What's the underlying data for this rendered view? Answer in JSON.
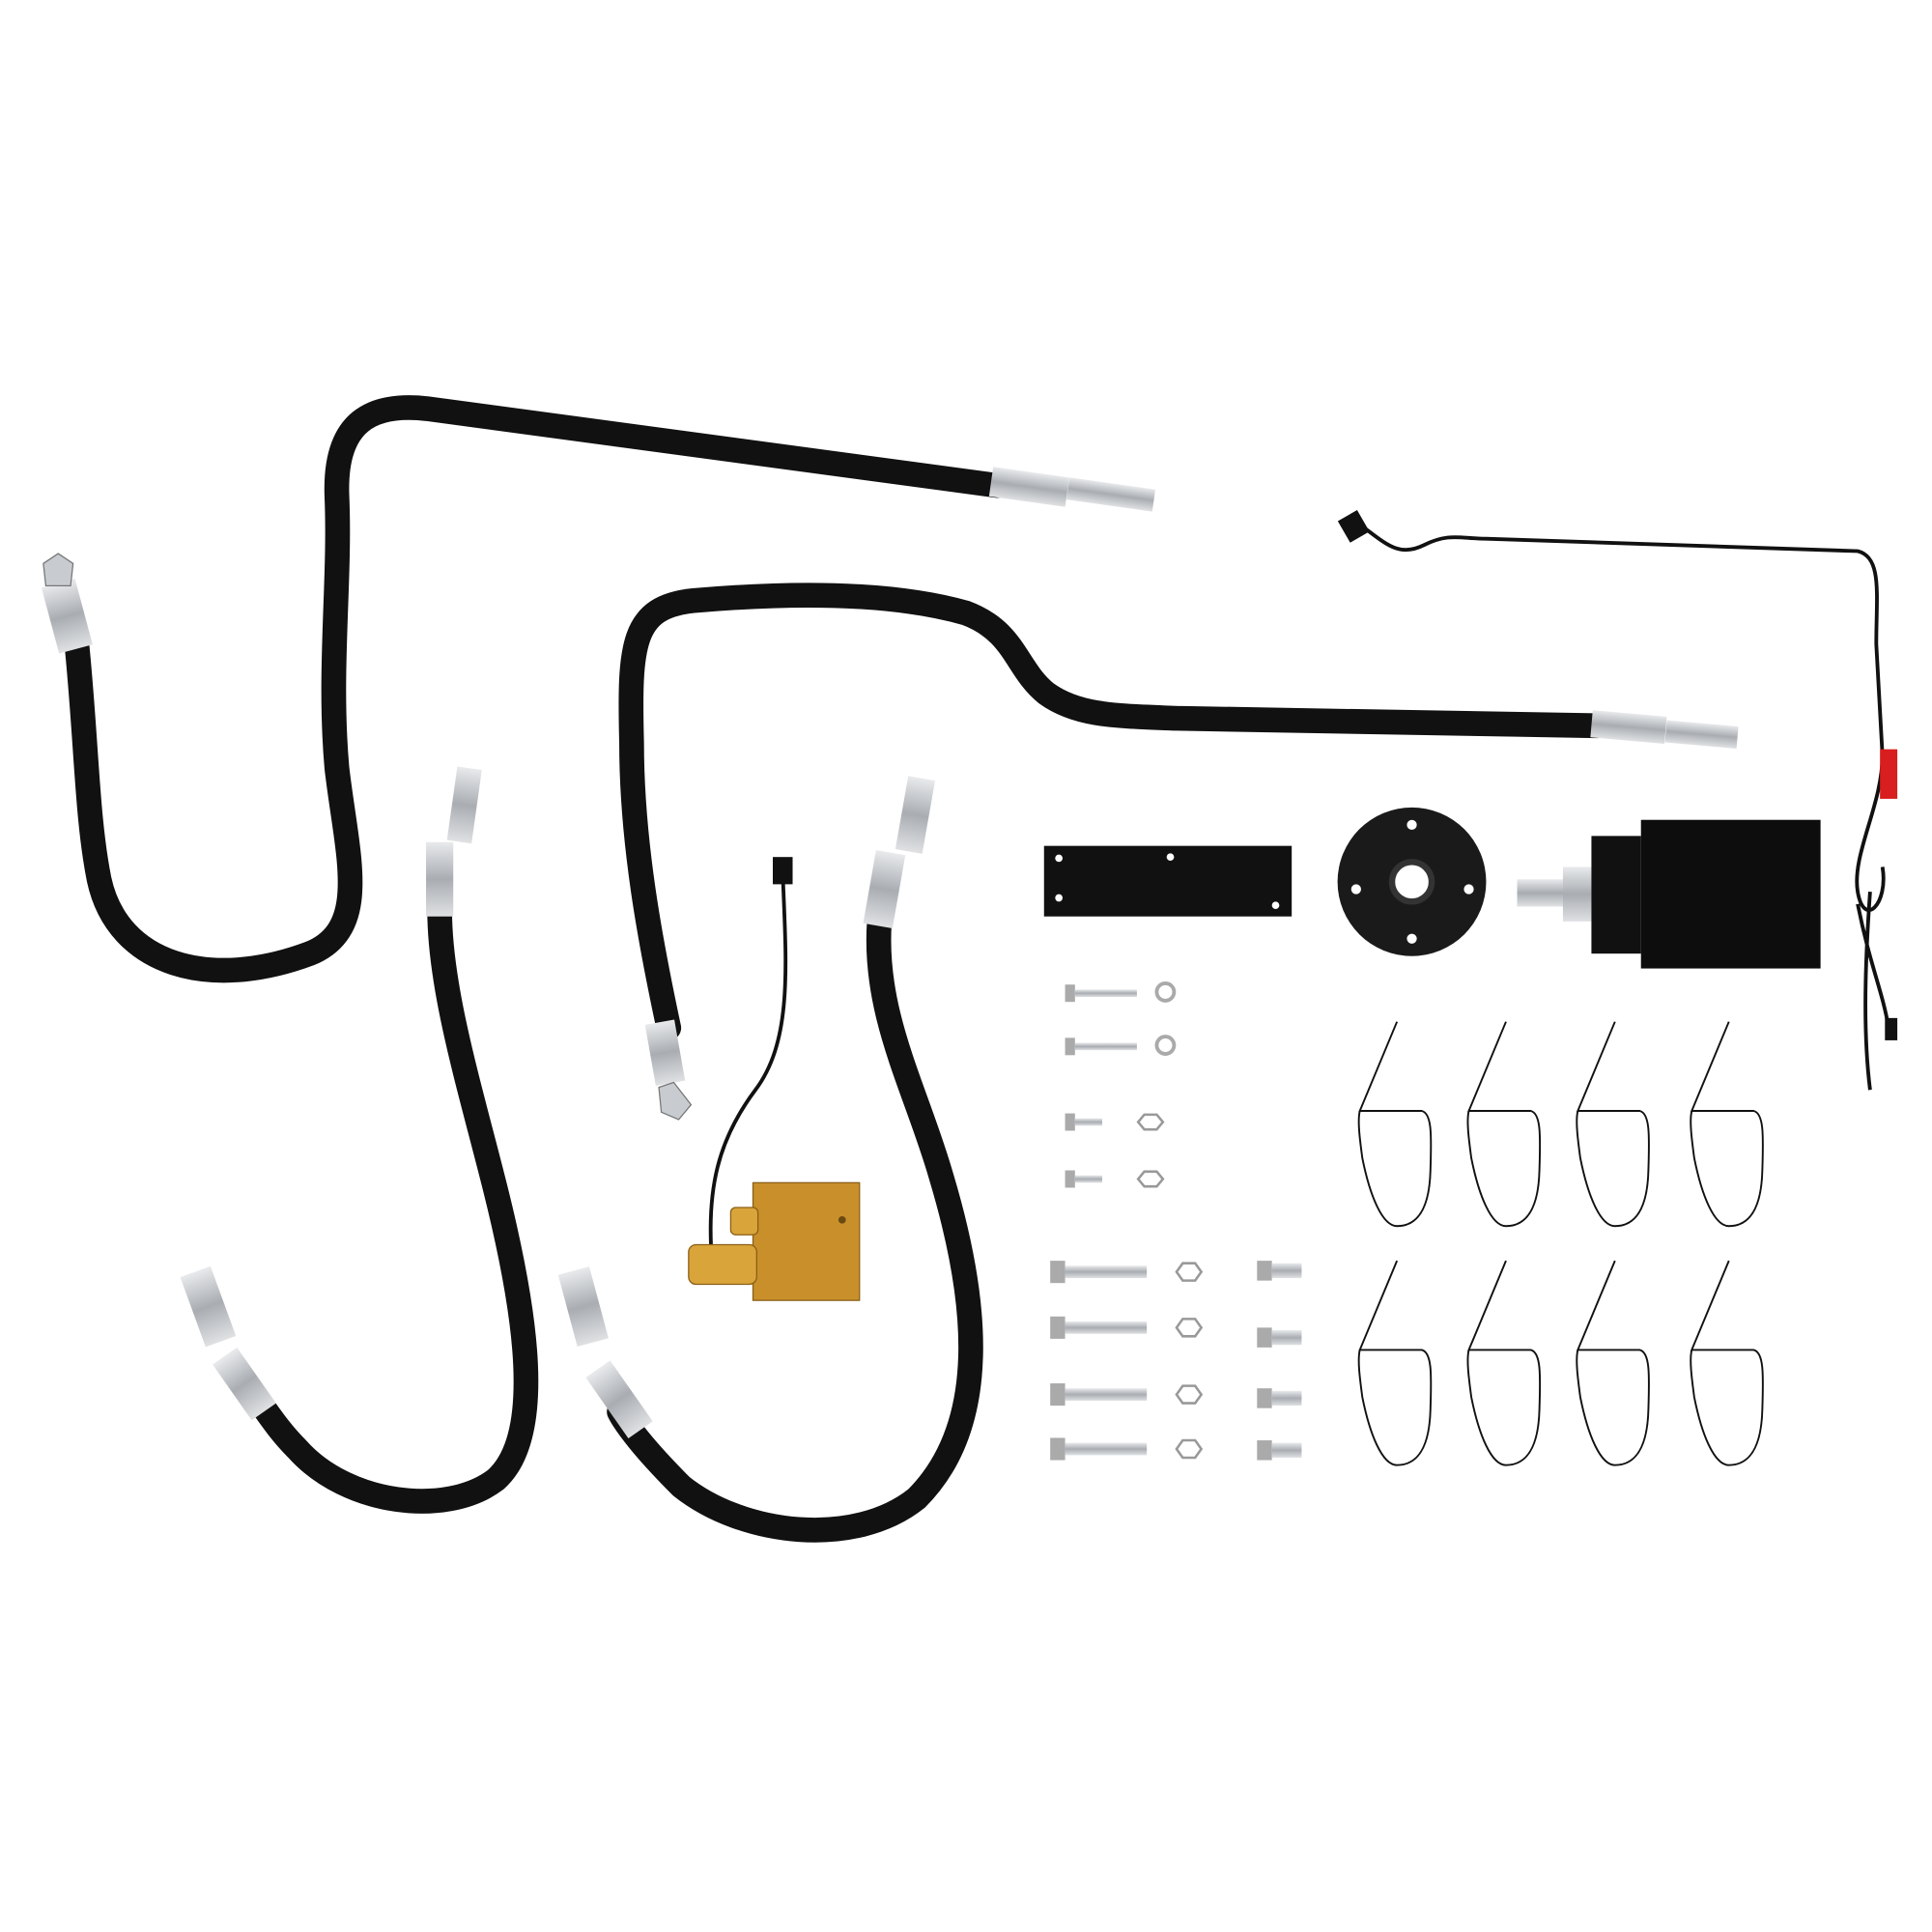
{
  "colors": {
    "background": "#ffffff",
    "hose": "#111111",
    "fitting": "#b8bcc0",
    "valve_block": "#c98f2a",
    "wire_tag": "#d81e1e"
  },
  "icons": [
    "hose",
    "fitting",
    "valve-block",
    "mounting-plate",
    "flange",
    "motor",
    "wire-harness",
    "bolt",
    "washer",
    "nut",
    "clip"
  ]
}
